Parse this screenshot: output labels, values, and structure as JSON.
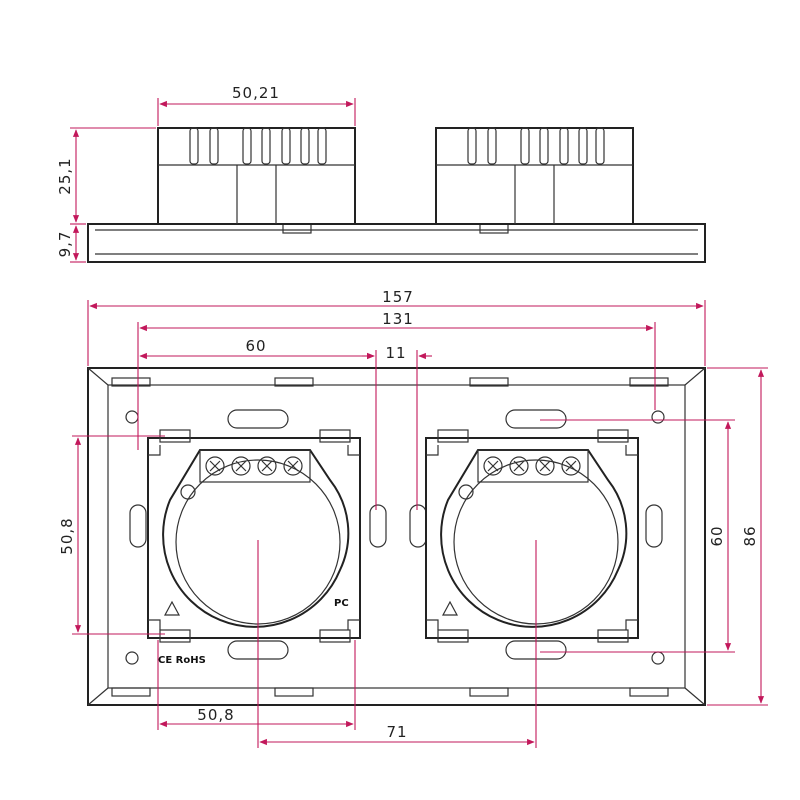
{
  "colors": {
    "outline": "#222222",
    "dimension_line": "#c2185b",
    "text": "#222222"
  },
  "side_view": {
    "dimensions": {
      "module_width": "50,21",
      "module_depth": "25,1",
      "panel_thickness": "9,7"
    }
  },
  "front_view": {
    "dimensions": {
      "overall_width": "157",
      "inner_width": "131",
      "module_pitch": "60",
      "gap": "11",
      "left_mount_height": "50,8",
      "right_mount_height": "60",
      "overall_height": "86",
      "left_mount_width": "50,8",
      "hole_spacing": "71"
    },
    "markings": {
      "certification": "CE RoHS",
      "material": "PC"
    }
  }
}
